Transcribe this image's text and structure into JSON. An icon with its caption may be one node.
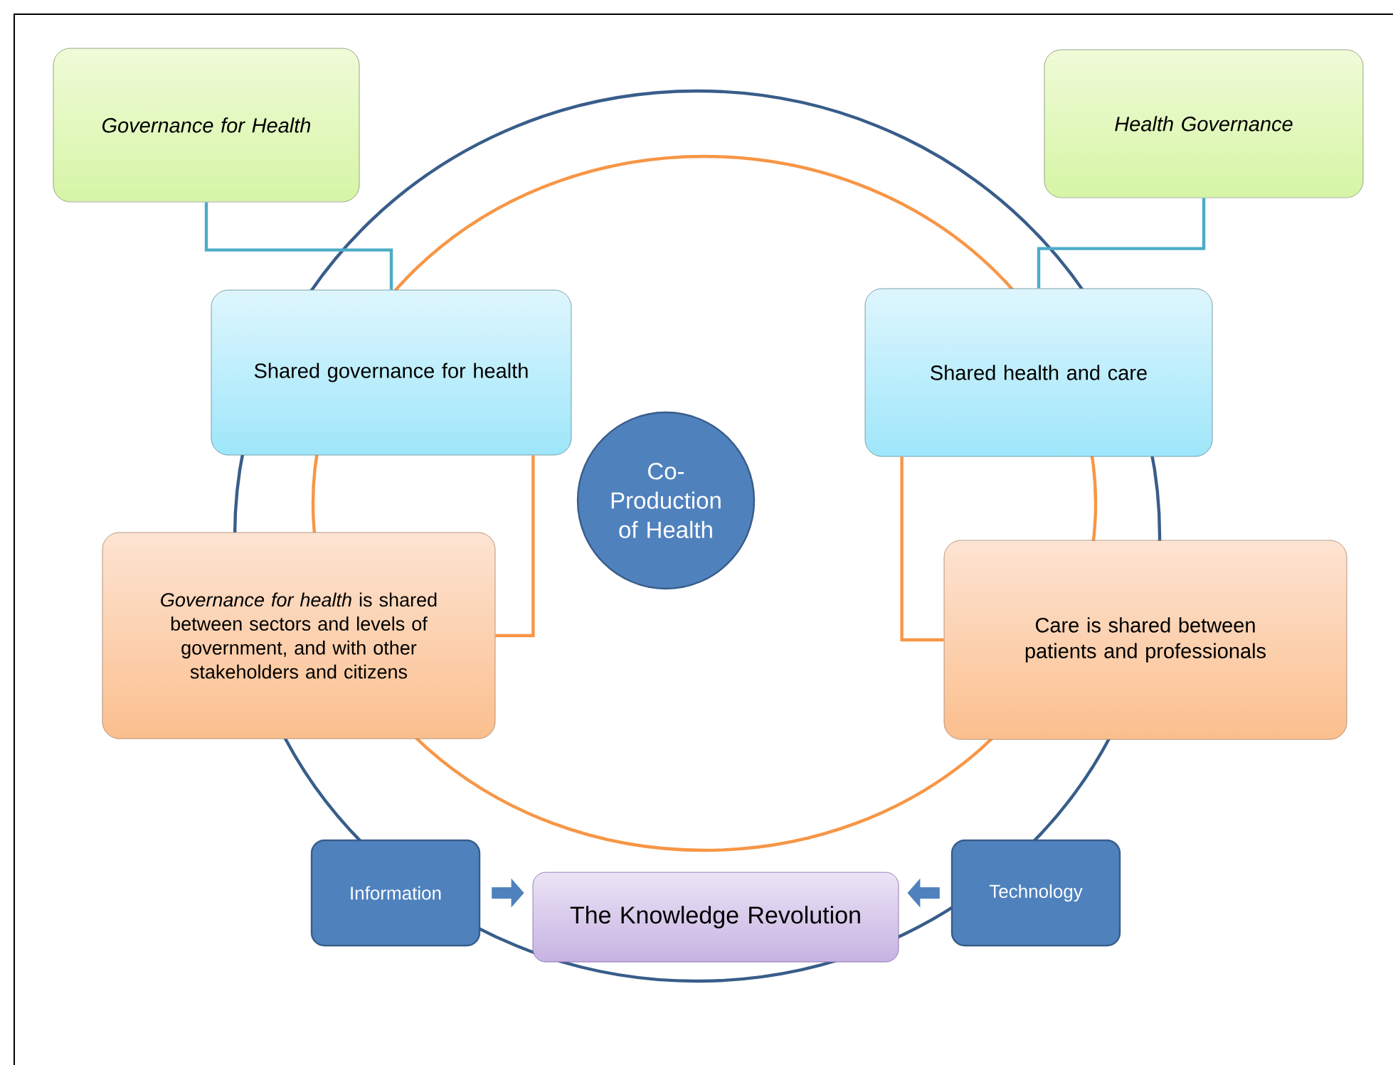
{
  "diagram": {
    "nodes": [
      {
        "text": [
          "Governance for Health"
        ]
      },
      {
        "text": [
          "Health Governance"
        ]
      },
      {
        "text": [
          "Shared governance for health"
        ]
      },
      {
        "text": [
          "Shared health and care"
        ]
      },
      {
        "text": [
          "Co-Production of Health"
        ]
      },
      {
        "text": [
          "*Governance for health* is shared between sectors and levels of government, and with other stakeholders and citizens"
        ]
      },
      {
        "text": [
          "Care is shared between patients and professionals"
        ]
      },
      {
        "text": [
          "Information"
        ]
      },
      {
        "text": [
          "The Knowledge Revolution"
        ]
      },
      {
        "text": [
          "Technology"
        ]
      }
    ],
    "edges": [
      {
        "from": 0,
        "to": 2,
        "arrow": "none",
        "color": "#4bacc6"
      },
      {
        "from": 1,
        "to": 3,
        "arrow": "none",
        "color": "#4bacc6"
      },
      {
        "from": 2,
        "to": 5,
        "arrow": "none",
        "color": "#f79646"
      },
      {
        "from": 3,
        "to": 6,
        "arrow": "none",
        "color": "#f79646"
      },
      {
        "from": 7,
        "to": 8,
        "arrow": "to",
        "style": "thick",
        "color": "#4f81bd"
      },
      {
        "from": 9,
        "to": 8,
        "arrow": "to",
        "style": "thick",
        "color": "#4f81bd"
      }
    ]
  }
}
